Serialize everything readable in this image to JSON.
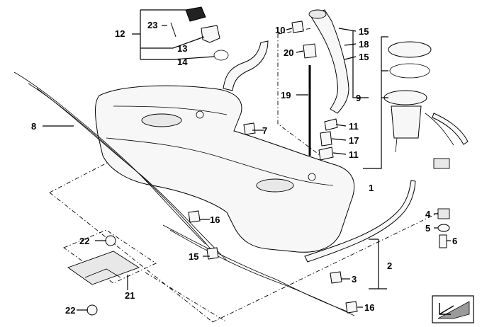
{
  "diagram": {
    "callouts": {
      "c23": "23",
      "c12": "12",
      "c13": "13",
      "c14": "14",
      "c10": "10",
      "c20": "20",
      "c15a": "15",
      "c18": "18",
      "c15b": "15",
      "c9": "9",
      "c19": "19",
      "c11a": "11",
      "c17": "17",
      "c11b": "11",
      "c8": "8",
      "c7": "7",
      "c1": "1",
      "c16a": "16",
      "c15c": "15",
      "c22a": "22",
      "c21": "21",
      "c22b": "22",
      "c3": "3",
      "c2": "2",
      "c4": "4",
      "c5": "5",
      "c6": "6",
      "c16b": "16"
    }
  }
}
